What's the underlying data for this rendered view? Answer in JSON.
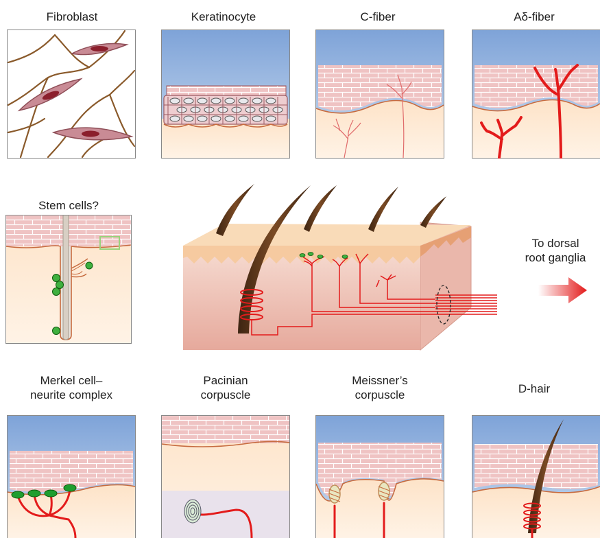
{
  "labels": {
    "fibroblast": "Fibroblast",
    "keratinocyte": "Keratinocyte",
    "c_fiber": "C-fiber",
    "a_delta_fiber": "Aδ-fiber",
    "stem_cells": "Stem cells?",
    "dorsal_line1": "To dorsal",
    "dorsal_line2": "root ganglia",
    "merkel_line1": "Merkel cell–",
    "merkel_line2": "neurite complex",
    "pacinian_line1": "Pacinian",
    "pacinian_line2": "corpuscle",
    "meissner_line1": "Meissner’s",
    "meissner_line2": "corpuscle",
    "d_hair": "D-hair"
  },
  "colors": {
    "sky": "#8fb0dd",
    "epidermis": "#efc6c6",
    "dermis": "#fde8cf",
    "border": "#c76b3f",
    "nerve": "#e02424",
    "fiber": "#8a5a2b",
    "hair": "#5a3418",
    "merkel": "#1e9e2f"
  }
}
